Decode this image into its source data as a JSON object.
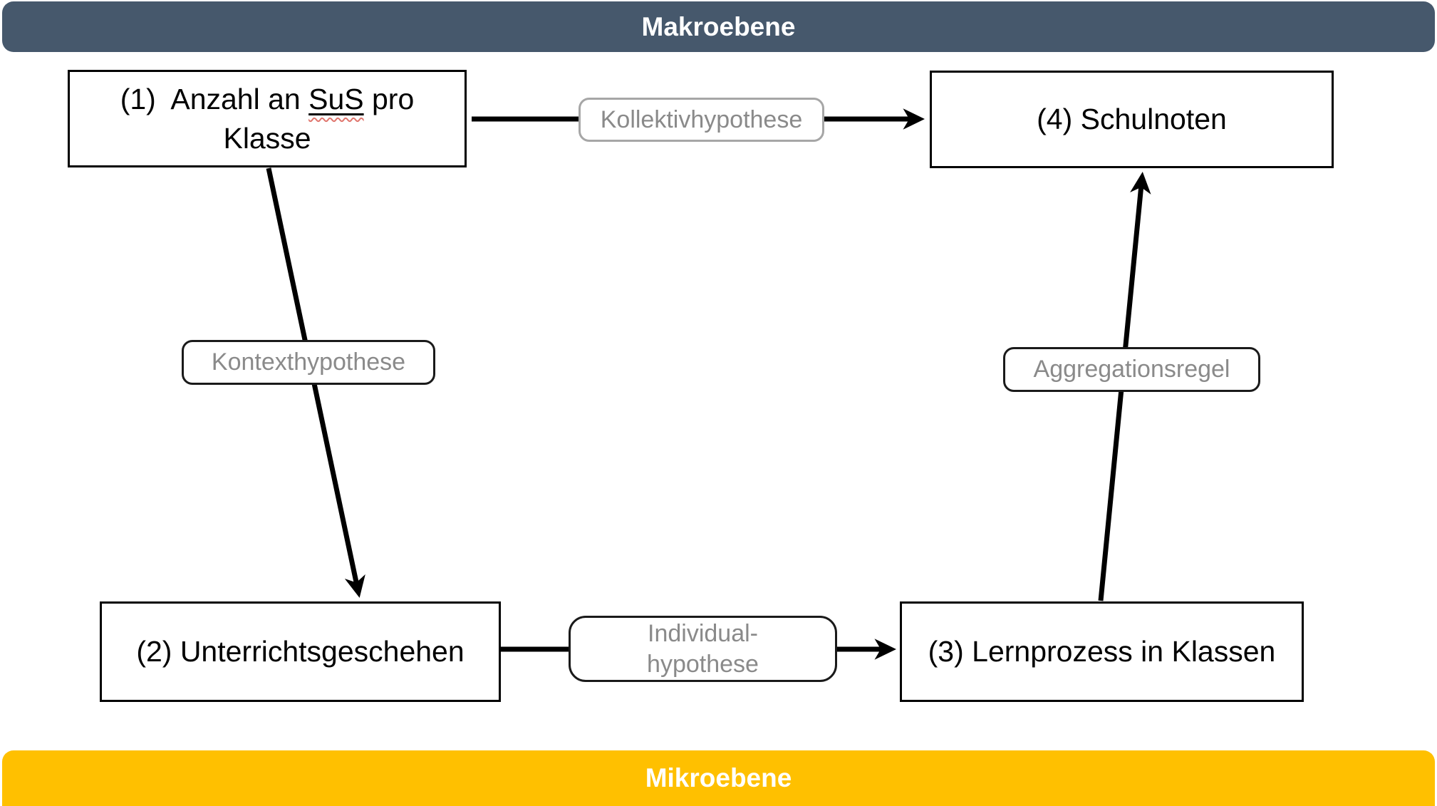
{
  "bars": {
    "makro_label": "Makroebene",
    "mikro_label": "Mikroebene"
  },
  "nodes": {
    "box1": {
      "line1_seg1": "(1)  Anzahl an ",
      "line1_sus": "SuS",
      "line1_seg3": " pro",
      "line2": "Klasse"
    },
    "box2": {
      "label": "(2) Unterrichtsgeschehen"
    },
    "box3": {
      "label": "(3) Lernprozess in Klassen"
    },
    "box4": {
      "label": "(4) Schulnoten"
    }
  },
  "edge_labels": {
    "kollektiv": "Kollektivhypothese",
    "kontext": "Kontexthypothese",
    "individual_line1": "Individual-",
    "individual_line2": "hypothese",
    "aggregation": "Aggregationsregel"
  },
  "colors": {
    "makro_bar": "#46586C",
    "mikro_bar": "#FFC000",
    "bar_text": "#FFFFFF",
    "box_border": "#000000",
    "arrow": "#000000",
    "edge_label_text": "#8A8A8A",
    "edge_label_border": "#1A1A1A",
    "kollektiv_border": "#A6A6A6",
    "spellcheck": "#E0766E"
  }
}
